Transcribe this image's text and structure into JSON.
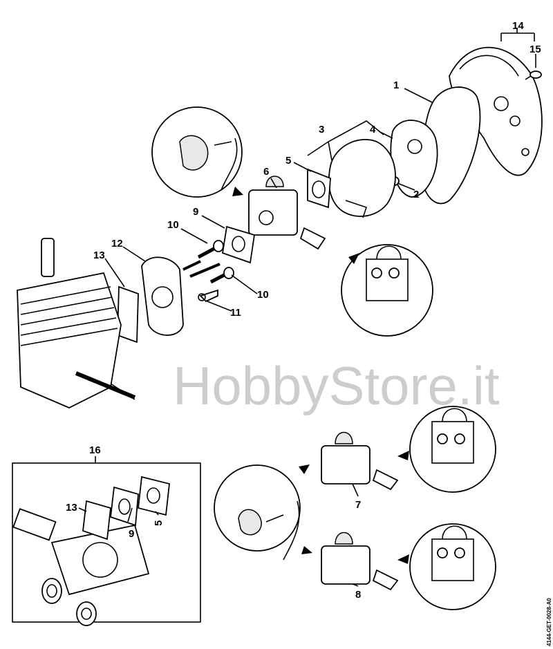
{
  "diagram": {
    "callouts": {
      "c1": "1",
      "c2": "2",
      "c3": "3",
      "c4": "4",
      "c5": "5",
      "c6": "6",
      "c7": "7",
      "c8": "8",
      "c9": "9",
      "c10a": "10",
      "c10b": "10",
      "c11": "11",
      "c12": "12",
      "c13": "13",
      "c14": "14",
      "c15": "15",
      "c16": "16",
      "k13": "13",
      "k9": "9",
      "k5": "5"
    },
    "watermark": "HobbyStore.it",
    "drawing_code": "4144-GET-0028-A0"
  }
}
